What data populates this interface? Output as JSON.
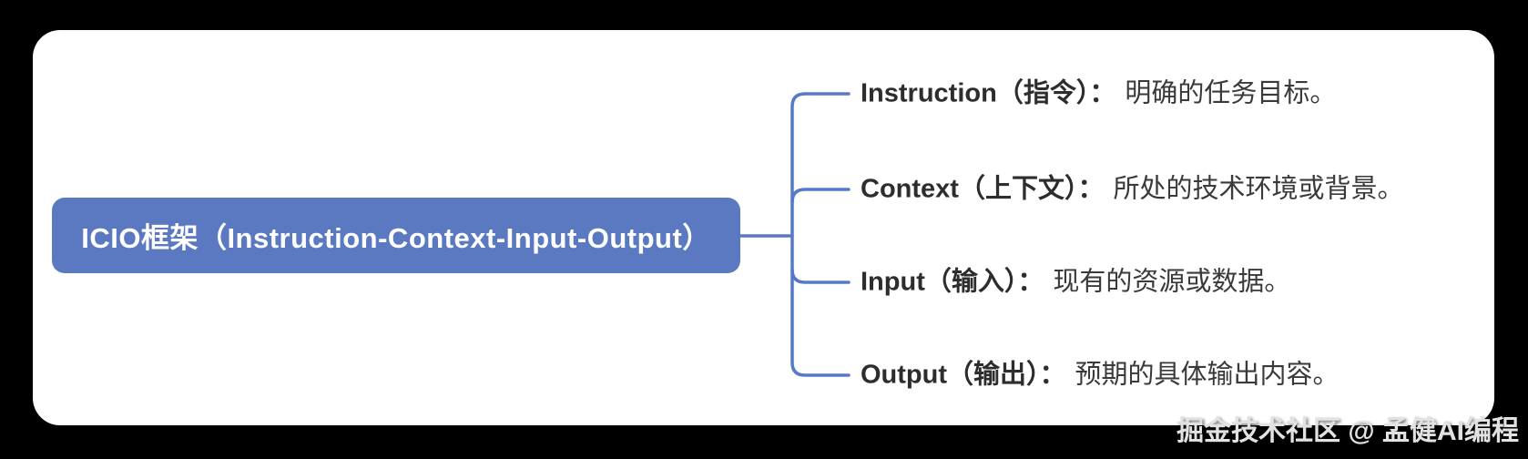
{
  "root": {
    "label": "ICIO框架（Instruction-Context-Input-Output）"
  },
  "branches": [
    {
      "term": "Instruction（指令）：",
      "desc": "明确的任务目标。"
    },
    {
      "term": "Context（上下文）：",
      "desc": "所处的技术环境或背景。"
    },
    {
      "term": "Input（输入）：",
      "desc": "现有的资源或数据。"
    },
    {
      "term": "Output（输出）：",
      "desc": "预期的具体输出内容。"
    }
  ],
  "watermark": "掘金技术社区 @ 孟健AI编程",
  "colors": {
    "page_bg": "#000000",
    "card_bg": "#FFFFFF",
    "node_fill": "#5B79C1",
    "connector": "#567AC8",
    "term_text": "#2D2D2D",
    "desc_text": "#3A3A3A",
    "watermark_text": "#E2E2E2"
  }
}
